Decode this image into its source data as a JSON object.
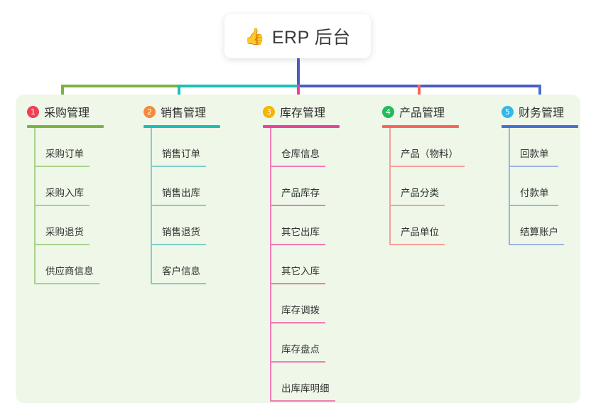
{
  "title": {
    "icon": "thumbs-up-icon",
    "emoji": "👍",
    "text": "ERP 后台"
  },
  "panel": {
    "background": "#eef7e8"
  },
  "connector_colors": {
    "stem": "#4a5bc4",
    "segment_1": "#7cb342",
    "segment_2": "#1bbfb8",
    "segment_3": "#4a5bc4",
    "segment_4": "#4a5bc4"
  },
  "columns": [
    {
      "number": "1",
      "title": "采购管理",
      "badge_color": "#ef3e56",
      "rule_color": "#7cb342",
      "line_color": "#a9d18e",
      "rule_width": 108,
      "items": [
        {
          "label": "采购订单",
          "rule_width": 78
        },
        {
          "label": "采购入库",
          "rule_width": 78
        },
        {
          "label": "采购退货",
          "rule_width": 78
        },
        {
          "label": "供应商信息",
          "rule_width": 92
        }
      ]
    },
    {
      "number": "2",
      "title": "销售管理",
      "badge_color": "#f28c3c",
      "rule_color": "#1bbfb8",
      "line_color": "#7fcfca",
      "rule_width": 108,
      "items": [
        {
          "label": "销售订单",
          "rule_width": 78
        },
        {
          "label": "销售出库",
          "rule_width": 78
        },
        {
          "label": "销售退货",
          "rule_width": 78
        },
        {
          "label": "客户信息",
          "rule_width": 78
        }
      ]
    },
    {
      "number": "3",
      "title": "库存管理",
      "badge_color": "#f4b400",
      "rule_color": "#e8449a",
      "line_color": "#ef7cb5",
      "rule_width": 108,
      "items": [
        {
          "label": "仓库信息",
          "rule_width": 78
        },
        {
          "label": "产品库存",
          "rule_width": 78
        },
        {
          "label": "其它出库",
          "rule_width": 78
        },
        {
          "label": "其它入库",
          "rule_width": 78
        },
        {
          "label": "库存调拨",
          "rule_width": 78
        },
        {
          "label": "库存盘点",
          "rule_width": 78
        },
        {
          "label": "出库库明细",
          "rule_width": 92
        }
      ]
    },
    {
      "number": "4",
      "title": "产品管理",
      "badge_color": "#22bb5b",
      "rule_color": "#f9655b",
      "line_color": "#f7a099",
      "rule_width": 108,
      "items": [
        {
          "label": "产品（物料）",
          "rule_width": 106
        },
        {
          "label": "产品分类",
          "rule_width": 78
        },
        {
          "label": "产品单位",
          "rule_width": 78
        }
      ]
    },
    {
      "number": "5",
      "title": "财务管理",
      "badge_color": "#35b6e8",
      "rule_color": "#4a6fd4",
      "line_color": "#9ab4e2",
      "rule_width": 108,
      "items": [
        {
          "label": "回款单",
          "rule_width": 70
        },
        {
          "label": "付款单",
          "rule_width": 70
        },
        {
          "label": "结算账户",
          "rule_width": 78
        }
      ]
    }
  ]
}
